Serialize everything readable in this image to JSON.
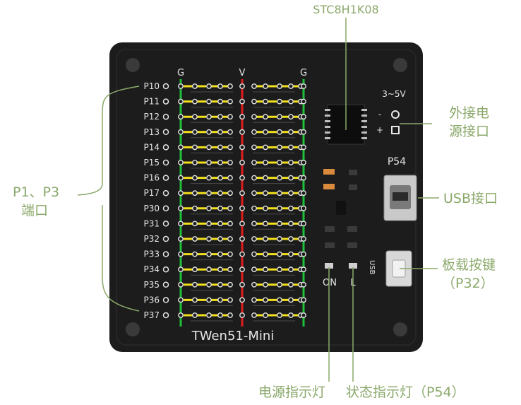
{
  "board": {
    "name": "TWen51-Mini",
    "rails": [
      "G",
      "V",
      "G"
    ],
    "pins": [
      "P10",
      "P11",
      "P12",
      "P13",
      "P14",
      "P15",
      "P16",
      "P17",
      "P30",
      "P31",
      "P32",
      "P33",
      "P34",
      "P35",
      "P36",
      "P37"
    ],
    "voltage": "3~5V",
    "power_minus": "-",
    "power_plus": "+",
    "usb_pin": "P54",
    "usb_side": "USB",
    "led_on": "ON",
    "led_l": "L"
  },
  "callouts": {
    "chip": "STC8H1K08",
    "ports_line1": "P1、P3",
    "ports_line2": "端口",
    "ext_power_line1": "外接电",
    "ext_power_line2": "源接口",
    "usb_port": "USB接口",
    "button_line1": "板载按键",
    "button_line2": "（P32）",
    "power_led": "电源指示灯",
    "status_led": "状态指示灯（P54）"
  },
  "colors": {
    "board": "#1c1c1c",
    "rail_ground": "#1fbf3a",
    "rail_vcc": "#e01c1c",
    "jumper": "#f2e01a",
    "callout": "#8aa86a"
  }
}
